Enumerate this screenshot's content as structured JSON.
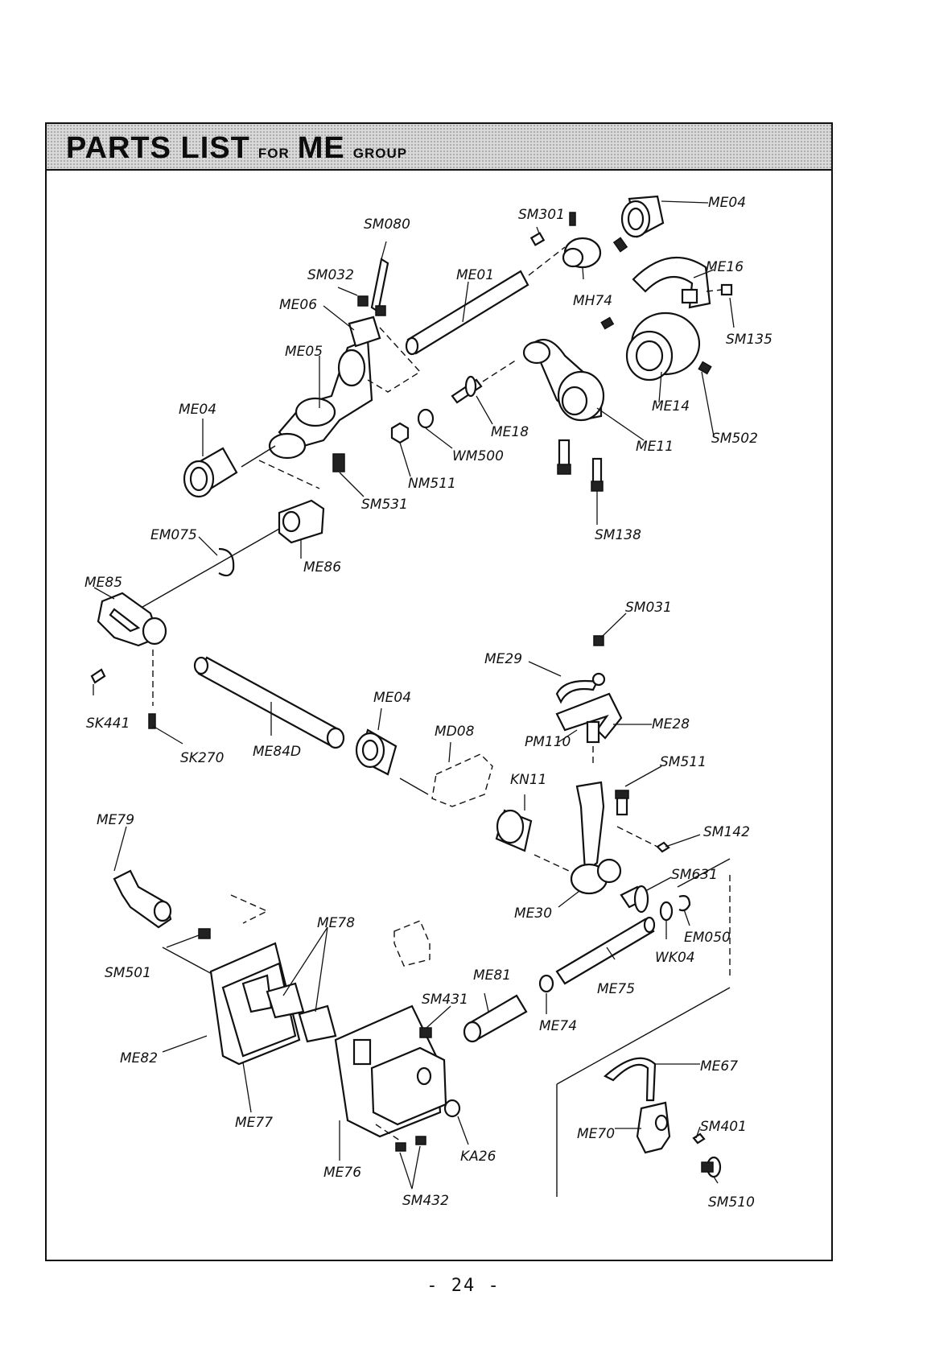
{
  "title": {
    "big1": "PARTS LIST",
    "small1": "FOR",
    "big2": "ME",
    "small2": "GROUP"
  },
  "labels": {
    "sm080": "SM080",
    "sm301": "SM301",
    "me04_top": "ME04",
    "sm032": "SM032",
    "me01": "ME01",
    "me16": "ME16",
    "me06": "ME06",
    "mh74": "MH74",
    "sm135": "SM135",
    "me05": "ME05",
    "me04_left": "ME04",
    "me14": "ME14",
    "me18": "ME18",
    "me11": "ME11",
    "sm502": "SM502",
    "wm500": "WM500",
    "nm511": "NM511",
    "sm531": "SM531",
    "sm138": "SM138",
    "em075": "EM075",
    "me86": "ME86",
    "me85": "ME85",
    "sm031": "SM031",
    "me29": "ME29",
    "me04_mid": "ME04",
    "md08": "MD08",
    "me28": "ME28",
    "pm110": "PM110",
    "sk441": "SK441",
    "me84d": "ME84D",
    "sk270": "SK270",
    "sm511": "SM511",
    "kn11": "KN11",
    "sm142": "SM142",
    "me79": "ME79",
    "sm631": "SM631",
    "me30": "ME30",
    "em050": "EM050",
    "me78": "ME78",
    "wk04": "WK04",
    "sm501": "SM501",
    "me81": "ME81",
    "me75": "ME75",
    "sm431": "SM431",
    "me74": "ME74",
    "me82": "ME82",
    "me67": "ME67",
    "me77": "ME77",
    "ka26": "KA26",
    "me70": "ME70",
    "sm401": "SM401",
    "me76": "ME76",
    "sm432": "SM432",
    "sm510": "SM510"
  },
  "page_number": "- 24 -"
}
